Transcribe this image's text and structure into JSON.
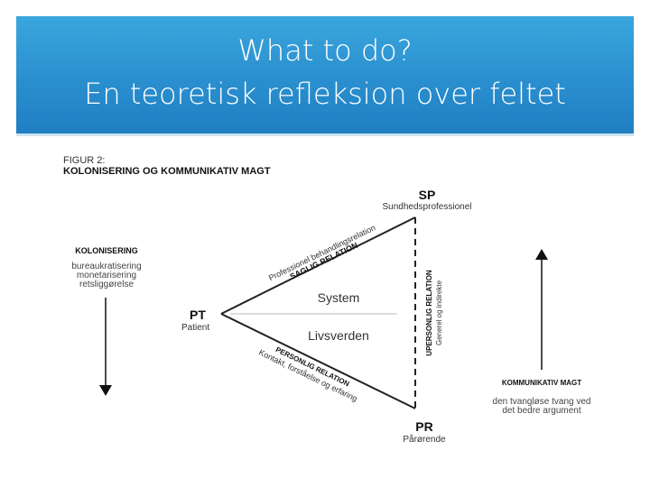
{
  "slide": {
    "title_line1": "What to do?",
    "title_line2": "En teoretisk refleksion over feltet"
  },
  "figure": {
    "label": "FIGUR 2:",
    "heading": "KOLONISERING OG KOMMUNIKATIV MAGT",
    "nodes": {
      "sp_code": "SP",
      "sp_name": "Sundhedsprofessionel",
      "pt_code": "PT",
      "pt_name": "Patient",
      "pr_code": "PR",
      "pr_name": "Pårørende"
    },
    "inner": {
      "system": "System",
      "livsverden": "Livsverden"
    },
    "edges": {
      "top_sub": "Professionel behandlingsrelation",
      "top_main": "SAGLIG RELATION",
      "bottom_main": "PERSONLIG RELATION",
      "bottom_sub": "Kontakt, forståelse og erfaring",
      "right_main": "UPERSONLIG RELATION",
      "right_sub": "Generel og indirekte"
    },
    "left_block": {
      "heading": "KOLONISERING",
      "lines": [
        "bureaukratisering",
        "monetarisering",
        "retsliggørelse"
      ]
    },
    "right_block": {
      "heading": "KOMMUNIKATIV MAGT",
      "line1": "den tvangløse tvang ved",
      "line2": "det bedre argument"
    }
  }
}
